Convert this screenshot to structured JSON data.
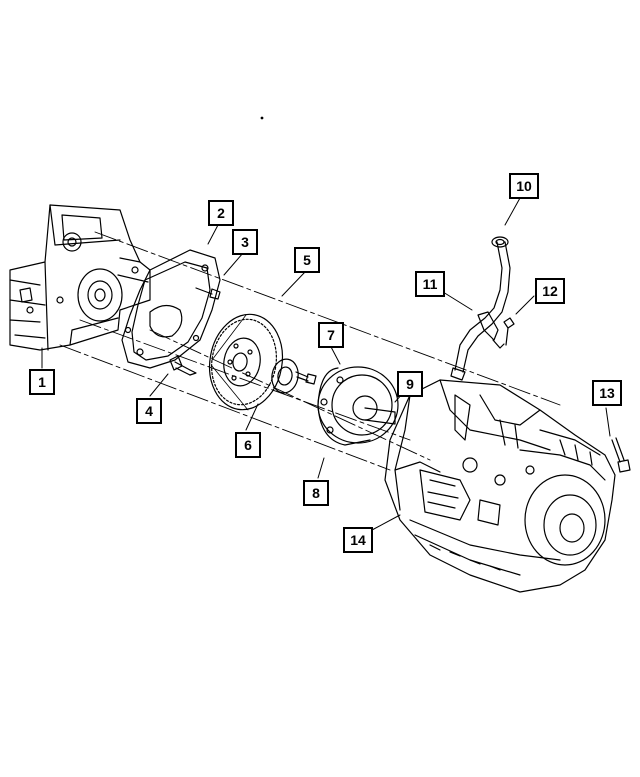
{
  "diagram": {
    "type": "exploded-parts-diagram",
    "colors": {
      "line": "#000000",
      "background": "#ffffff"
    },
    "callouts": [
      {
        "id": "1",
        "label": "1"
      },
      {
        "id": "2",
        "label": "2"
      },
      {
        "id": "3",
        "label": "3"
      },
      {
        "id": "4",
        "label": "4"
      },
      {
        "id": "5",
        "label": "5"
      },
      {
        "id": "6",
        "label": "6"
      },
      {
        "id": "7",
        "label": "7"
      },
      {
        "id": "8",
        "label": "8"
      },
      {
        "id": "9",
        "label": "9"
      },
      {
        "id": "10",
        "label": "10"
      },
      {
        "id": "11",
        "label": "11"
      },
      {
        "id": "12",
        "label": "12"
      },
      {
        "id": "13",
        "label": "13"
      },
      {
        "id": "14",
        "label": "14"
      }
    ]
  }
}
